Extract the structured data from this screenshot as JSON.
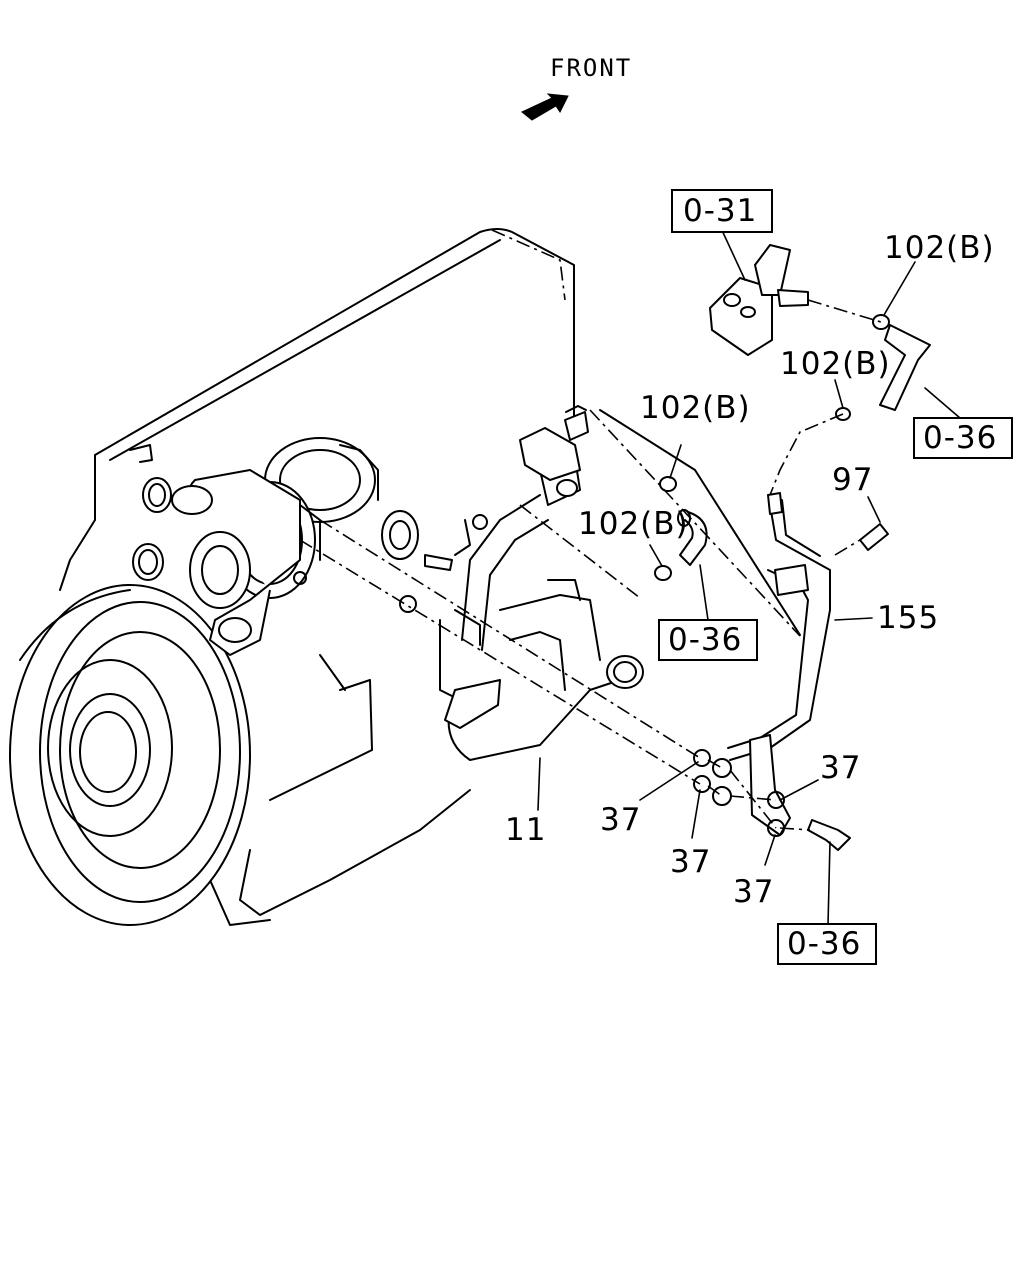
{
  "front_label": "FRONT",
  "refs": {
    "r1": "0-31",
    "r2": "0-36",
    "r3": "0-36",
    "r4": "0-36"
  },
  "parts": {
    "p102_a": "102(B)",
    "p102_b": "102(B)",
    "p102_c": "102(B)",
    "p102_d": "102(B)",
    "p97": "97",
    "p155": "155",
    "p11": "11",
    "p37_a": "37",
    "p37_b": "37",
    "p37_c": "37",
    "p37_d": "37"
  }
}
